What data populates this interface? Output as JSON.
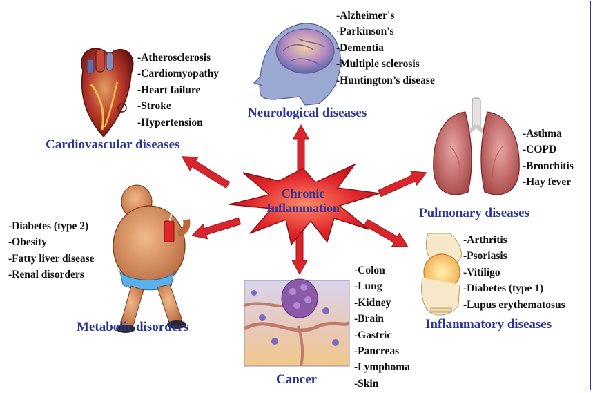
{
  "center": {
    "line1": "Chronic",
    "line2": "Inflammation"
  },
  "colors": {
    "label": "#2b3496",
    "arrow": "#d9262c",
    "star": "#e0262b",
    "text": "#111111"
  },
  "groups": {
    "cardiovascular": {
      "title": "Cardiovascular diseases",
      "icon": "heart-illustration",
      "items": [
        "-Atherosclerosis",
        "-Cardiomyopathy",
        "-Heart failure",
        "-Stroke",
        "-Hypertension"
      ]
    },
    "neurological": {
      "title": "Neurological diseases",
      "icon": "brain-head-illustration",
      "items": [
        "-Alzheimer's",
        "-Parkinson's",
        "-Dementia",
        "-Multiple sclerosis",
        "-Huntington’s disease"
      ]
    },
    "pulmonary": {
      "title": "Pulmonary diseases",
      "icon": "lungs-illustration",
      "items": [
        "-Asthma",
        "-COPD",
        "-Bronchitis",
        "-Hay fever"
      ]
    },
    "metabolic": {
      "title": "Metabolic disorders",
      "icon": "obese-man-illustration",
      "items": [
        "-Diabetes (type 2)",
        "-Obesity",
        "-Fatty liver  disease",
        "-Renal disorders"
      ]
    },
    "cancer": {
      "title": "Cancer",
      "icon": "tumor-tissue-illustration",
      "items": [
        "-Colon",
        "-Lung",
        "-Kidney",
        "-Brain",
        "-Gastric",
        "-Pancreas",
        "-Lymphoma",
        "-Skin"
      ]
    },
    "inflammatory": {
      "title": "Inflammatory diseases",
      "icon": "joint-illustration",
      "items": [
        "-Arthritis",
        "-Psoriasis",
        "-Vitiligo",
        "-Diabetes (type 1)",
        "-Lupus erythematosus"
      ]
    }
  }
}
